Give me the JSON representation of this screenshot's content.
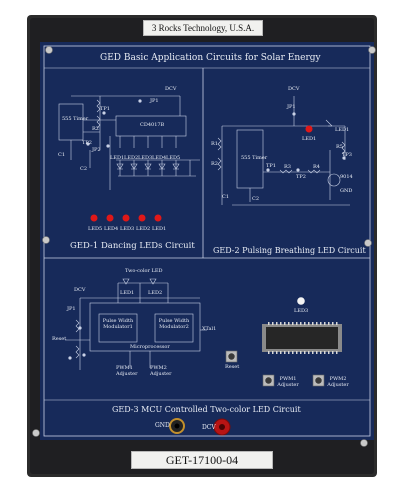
{
  "brand": "3 Rocks Technology, U.S.A.",
  "main_title": "GED Basic Application Circuits for Solar Energy",
  "model": "GET-17100-04",
  "colors": {
    "panel": "#172a5a",
    "frame": "#2b2b2b",
    "line": "#c9d1e6",
    "led_red": "#e01818"
  },
  "circuits": {
    "ged1": {
      "title": "GED-1 Dancing LEDs Circuit",
      "timer": "555 Timer",
      "counter": "CD4017B",
      "dcv": "DCV",
      "jumpers": [
        "JP1",
        "JP2"
      ],
      "test_points": [
        "TP1",
        "TP2"
      ],
      "resistors": [
        "R1",
        "R2"
      ],
      "capacitors": [
        "C1",
        "C2"
      ],
      "leds_top": [
        "LED1",
        "LED2",
        "LED3",
        "LED4",
        "LED5"
      ],
      "leds_bottom": [
        "LED5",
        "LED4",
        "LED3",
        "LED2",
        "LED1"
      ]
    },
    "ged2": {
      "title": "GED-2 Pulsing Breathing LED Circuit",
      "timer": "555 Timer",
      "dcv": "DCV",
      "jumper": "JP1",
      "led": "LED1",
      "led_symbol": "LED1",
      "transistor": "9014",
      "gnd": "GND",
      "resistors": [
        "R1",
        "R2",
        "R3",
        "R4",
        "R5"
      ],
      "test_points": [
        "TP1",
        "TP2",
        "TP3"
      ],
      "capacitors": [
        "C1",
        "C2"
      ]
    },
    "ged3": {
      "title": "GED-3 MCU Controlled Two-color LED Circuit",
      "two_color_led": "Two-color LED",
      "dcv": "DCV",
      "jumper": "JP1",
      "reset_label": "Reset",
      "reset_button": "Reset",
      "pwm1_left": "PWM1 Adjuster",
      "pwm2_left": "PWM2 Adjuster",
      "pwm1_right": "PWM1 Adjuster",
      "pwm2_right": "PWM2 Adjuster",
      "modulator1": "Pulse Width Modulator1",
      "modulator2": "Pulse Width Modulator2",
      "microprocessor": "Microprocessor",
      "xtal": "XTal1",
      "led_top": "LED3",
      "leds_bicolor": [
        "LED1",
        "LED2"
      ]
    }
  },
  "terminals": {
    "gnd": "GND",
    "dcv": "DCV"
  }
}
